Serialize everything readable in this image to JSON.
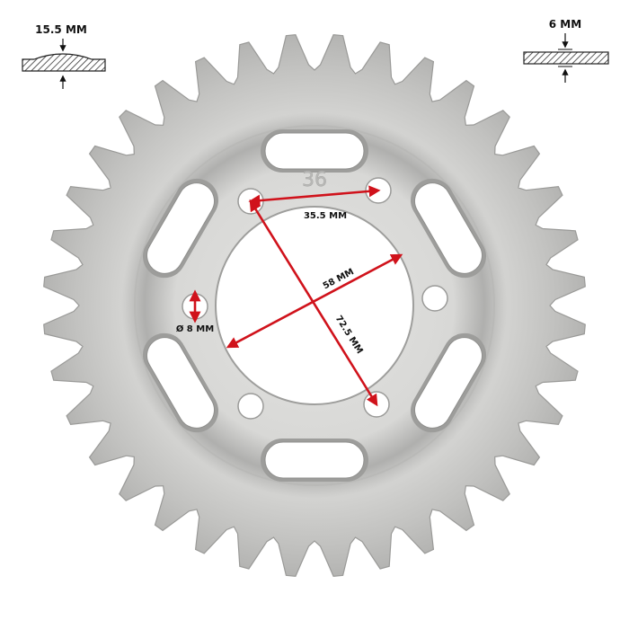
{
  "part": {
    "tooth_count": 36,
    "stamped_number": "36"
  },
  "profile_hub": {
    "label": "15.5 MM"
  },
  "profile_plate": {
    "label": "6 MM"
  },
  "dimensions": {
    "bolt_spacing": "35.5 MM",
    "center_bore": "58 MM",
    "bolt_circle": "72.5 MM",
    "bolt_hole": "Ø 8 MM"
  },
  "colors": {
    "metal": "#d6d6d4",
    "metal_edge": "#a9a9a7",
    "metal_shadow": "#8d8d8b",
    "arrow": "#d0121b",
    "hatch_fill": "#8a8a8a"
  }
}
